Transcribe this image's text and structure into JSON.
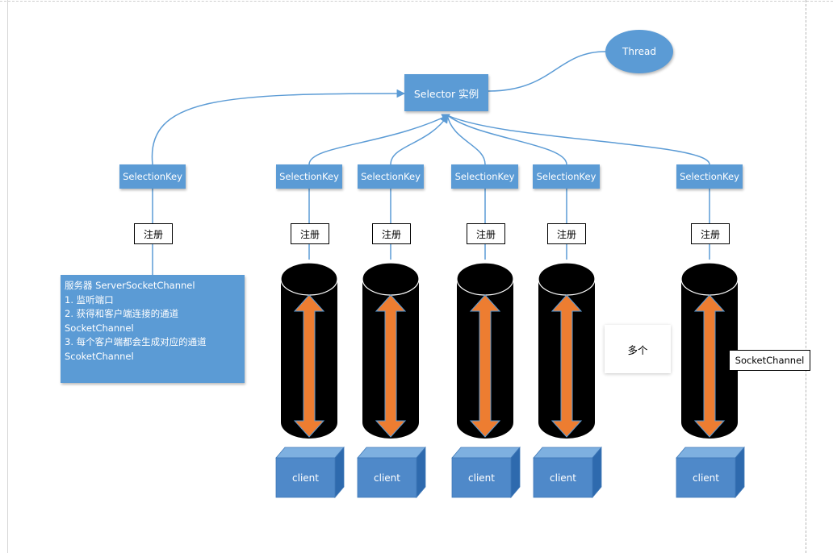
{
  "selector": {
    "label": "Selector 实例"
  },
  "thread": {
    "label": "Thread"
  },
  "selection_key_label": "SelectionKey",
  "register_label": "注册",
  "client_label": "client",
  "server": {
    "lines": [
      "服务器 ServerSocketChannel",
      "1. 监听端口",
      "2. 获得和客户端连接的通道",
      "SocketChannel",
      "3. 每个客户端都会生成对应的通道",
      "ScoketChannel"
    ]
  },
  "multiple_label": "多个",
  "socket_channel_label": "SocketChannel",
  "colors": {
    "shape_blue": "#5b9bd5",
    "connector_blue": "#5b9bd5",
    "cylinder": "#000000",
    "arrow_orange": "#ed7d31",
    "client_front": "#4f89c9",
    "client_top": "#7eb0e0",
    "client_side": "#2e6aae"
  }
}
